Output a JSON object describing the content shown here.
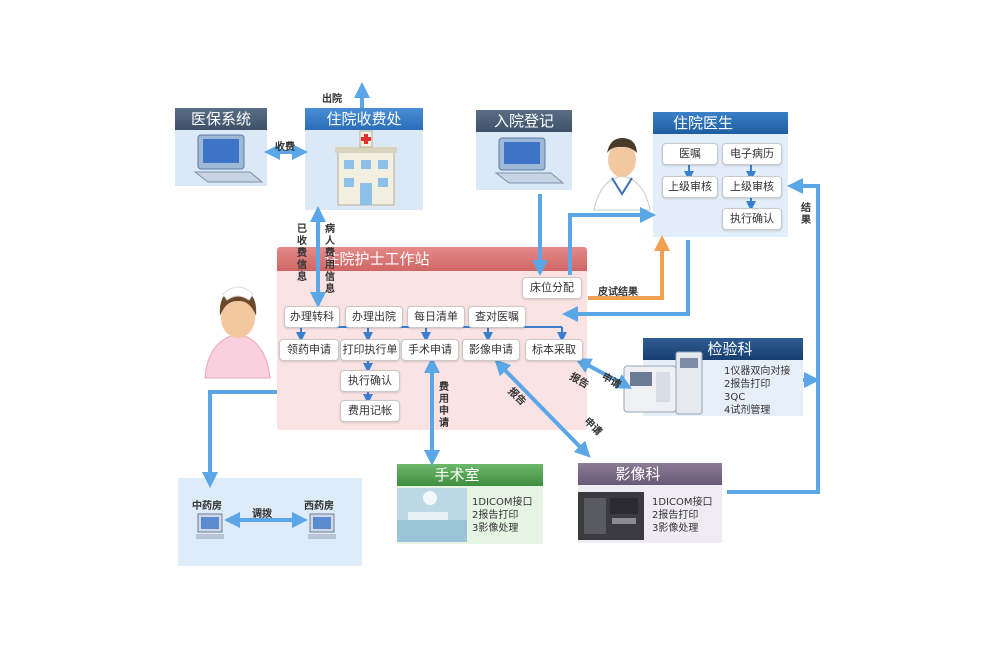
{
  "yibao": {
    "title": "医保系统"
  },
  "charge": {
    "title": "住院收费处"
  },
  "admission": {
    "title": "入院登记"
  },
  "doctor": {
    "title": "住院医生",
    "items": [
      "医嘱",
      "电子病历",
      "上级审核",
      "上级审核",
      "执行确认"
    ]
  },
  "nurse": {
    "title": "住院护士工作站",
    "bed": "床位分配",
    "row1": [
      "办理转科",
      "办理出院",
      "每日清单",
      "查对医嘱"
    ],
    "row2": [
      "领药申请",
      "打印执行单",
      "手术申请",
      "影像申请",
      "标本采取"
    ],
    "confirm": "执行确认",
    "fee": "费用记帐"
  },
  "lab": {
    "title": "检验科",
    "lines": [
      "1仪器双向对接",
      "2报告打印",
      "3QC",
      "4试剂管理"
    ]
  },
  "surgery": {
    "title": "手术室",
    "lines": [
      "1DICOM接口",
      "2报告打印",
      "3影像处理"
    ]
  },
  "imaging": {
    "title": "影像科",
    "lines": [
      "1DICOM接口",
      "2报告打印",
      "3影像处理"
    ]
  },
  "pharmacy": {
    "left": "中药房",
    "right": "西药房",
    "transfer": "调拨"
  },
  "labels": {
    "discharge": "出院",
    "fee_collect": "收费",
    "paid_info": "已收费信息",
    "patient_fee_info": "病人费用信息",
    "skin_test": "皮试结果",
    "result": "结果",
    "apply_fee": "费用申请",
    "report1": "报告",
    "apply1": "申请",
    "report2": "报告",
    "apply2": "申请"
  },
  "colors": {
    "arrow": "#5aa6e6",
    "orange_arrow": "#f0a050",
    "blue_panel": "#2f6fb0",
    "red_panel": "#d9706e",
    "green_panel": "#5aa35a",
    "purple_panel": "#7a6a86"
  }
}
